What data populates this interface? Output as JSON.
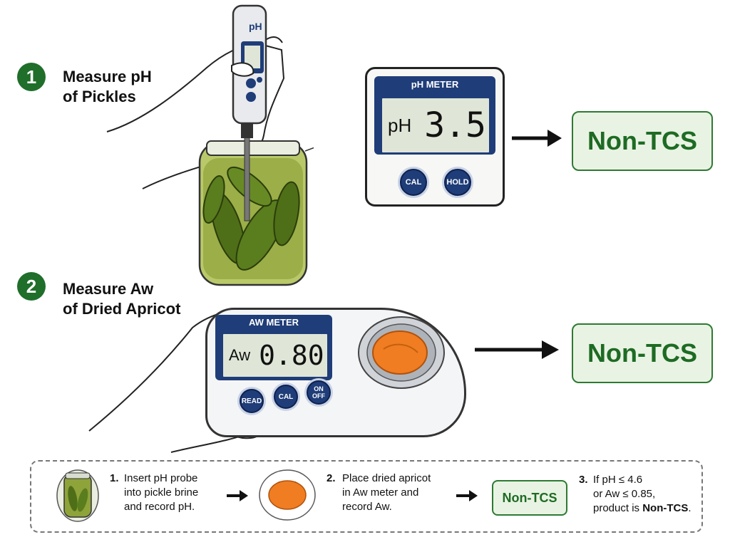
{
  "steps": [
    {
      "number": "1",
      "title_line1": "Measure pH",
      "title_line2": "of Pickles"
    },
    {
      "number": "2",
      "title_line1": "Measure Aw",
      "title_line2": "of Dried Apricot"
    }
  ],
  "probe": {
    "label": "pH"
  },
  "ph_meter": {
    "header": "pH METER",
    "unit": "pH",
    "reading": "3.5",
    "buttons": [
      "CAL",
      "HOLD"
    ]
  },
  "aw_meter": {
    "header": "AW METER",
    "unit": "Aw",
    "reading": "0.80",
    "buttons": [
      "READ",
      "CAL",
      "ON OFF"
    ]
  },
  "results": [
    "Non-TCS",
    "Non-TCS"
  ],
  "summary": {
    "step1_num": "1.",
    "step1_text": [
      "Insert pH probe",
      "into pickle brine",
      "and record pH."
    ],
    "step2_num": "2.",
    "step2_text": [
      "Place dried apricot",
      "in Aw meter and",
      "record Aw."
    ],
    "result": "Non-TCS",
    "step3_num": "3.",
    "step3_text": [
      "If pH ≤ 4.6",
      "or Aw ≤ 0.85,"
    ],
    "step3_last_prefix": "product is ",
    "step3_last_bold": "Non-TCS",
    "step3_last_suffix": "."
  },
  "colors": {
    "green": "#1f6e2a",
    "navy": "#1f3d78",
    "lcd": "#dfe6d7",
    "result_bg": "#e9f3e3",
    "apricot": "#f07d22",
    "pickle": "#5a7d1e"
  }
}
